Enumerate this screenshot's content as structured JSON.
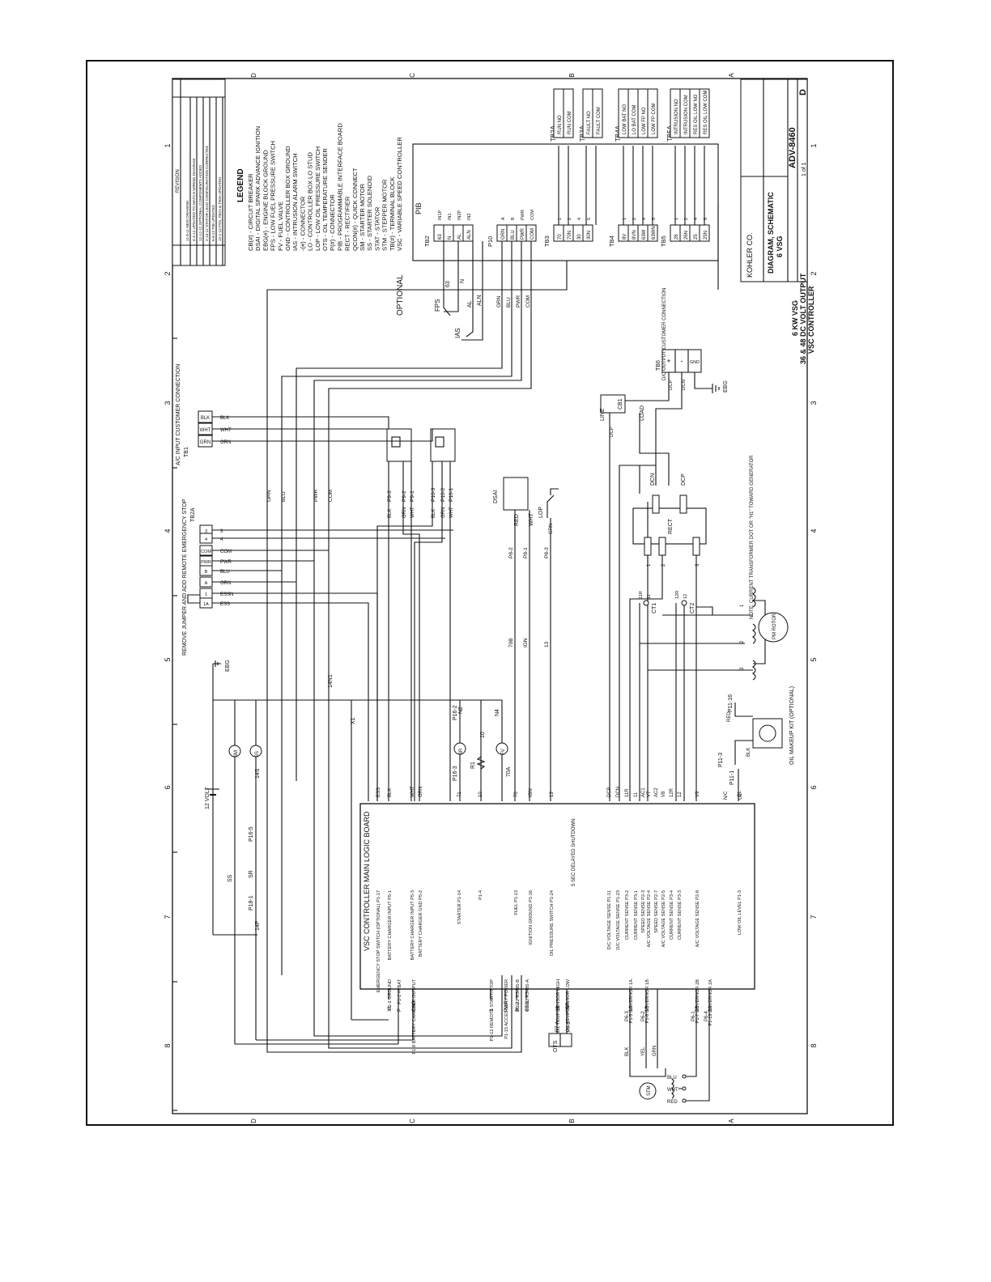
{
  "title_block": {
    "company": "KOHLER CO.",
    "title_line1": "DIAGRAM, SCHEMATIC",
    "title_line2": "6 VSG",
    "description_line1": "6 KW VSG",
    "description_line2": "36 & 48 DC VOLT OUTPUT",
    "description_line3": "VSC CONTROLLER",
    "drawing_number": "ADV-8460",
    "revision": "D",
    "sheet": "1 of 1"
  },
  "zones": {
    "rows": [
      "D",
      "C",
      "B",
      "A"
    ],
    "cols": [
      "1",
      "2",
      "3",
      "4",
      "5",
      "6",
      "7",
      "8"
    ]
  },
  "revisions": {
    "header": "REVISION",
    "entries": [
      "11-8-11 NEW DRAWING",
      "4-4-12 UPDATED TO MATCH WIRING DIAGRAM",
      "12-12-12 OPTIONAL COMPONENTS ADDED",
      "2-13-12 STATOR LEAD CONFIGURATION CORRECTED",
      "5-6-12 PIB UPDATED",
      "12-1-12 FSS, TB2A & TB3A UPDATED"
    ]
  },
  "legend": {
    "heading": "LEGEND",
    "items": [
      "CB(#) - CIRCUIT BREAKER",
      "DSAI - DIGITAL SPARK ADVANCE IGNITION",
      "EBG(#) - ENGINE BLOCK GROUND",
      "FPS - LOW FUEL PRESSURE SWITCH",
      "FV - FUEL VALVE",
      "GND - CONTROLLER BOX GROUND",
      "IAS - INTRUSION ALARM SWITCH",
      "-(#) - CONNECTOR",
      "LO - CONTROLLER BOX LO STUD",
      "LOP - LOW OIL PRESSURE SWITCH",
      "OTS - OIL TEMPERATURE SENDER",
      "P(#) - CONNECTOR",
      "PIB - PROGRAMMABLE INTERFACE BOARD",
      "RECT - RECTIFIER",
      "QCON(#) - QUICK CONNECT",
      "SM - STARTER MOTOR",
      "SS - STARTER SOLENOID",
      "STAT - STATOR",
      "STM - STEPPER MOTOR",
      "TB(#) - TERMINAL BLOCK",
      "VSC - VARIABLE SPEED CONTROLLER"
    ]
  },
  "optional_label": "OPTIONAL",
  "pib": {
    "label": "PIB",
    "tb2": {
      "label": "TB2",
      "terminals": [
        "63",
        "N",
        "AL",
        "ALN"
      ],
      "pins": [
        "IN1P",
        "IN1",
        "IN2P",
        "IN2"
      ]
    },
    "p10": {
      "label": "P10",
      "terminals": [
        "GRN",
        "BLU",
        "PWR",
        "COM"
      ],
      "pins": [
        "A",
        "B",
        "PWR",
        "COM"
      ]
    },
    "tb3": {
      "label": "TB3",
      "terminals": [
        "70",
        "70N",
        "30",
        "30N"
      ],
      "pins": [
        "1",
        "2",
        "4",
        "5"
      ]
    },
    "tb4": {
      "label": "TB4",
      "terminals": [
        "8V",
        "8VN",
        "63W",
        "63WN"
      ],
      "pins": [
        "1",
        "2",
        "4",
        "5"
      ]
    },
    "tb5": {
      "label": "TB5",
      "terminals": [
        "26",
        "26N",
        "25",
        "25N"
      ],
      "pins": [
        "1",
        "2",
        "4",
        "5"
      ]
    }
  },
  "customer_blocks": [
    {
      "label": "TB2A",
      "items": [
        "RUN NO",
        "RUN COM"
      ]
    },
    {
      "label": "TB3A",
      "items": [
        "FAULT NO",
        "FAULT COM"
      ]
    },
    {
      "label": "TB4A",
      "items": [
        "LOW BAT NO",
        "LO BAT COM",
        "LOW FP NO",
        "LOW FP COM"
      ]
    },
    {
      "label": "TB5A",
      "items": [
        "INTRUSION NO",
        "INTRUSION COM",
        "RES OIL LOW NO",
        "RES OIL LOW COM"
      ]
    }
  ],
  "fps": {
    "label": "FPS",
    "wires": [
      "63",
      "N"
    ]
  },
  "ias": {
    "label": "IAS",
    "wires": [
      "AL",
      "ALN"
    ]
  },
  "tb1": {
    "label": "TB1",
    "caption": "A/C INPUT CUSTOMER CONNECTION",
    "terminals": [
      "BLK",
      "WHT",
      "GRN"
    ],
    "wires": [
      "BLK",
      "WHT",
      "GRN"
    ]
  },
  "tb2a": {
    "label": "TB2A",
    "terminals": [
      "3",
      "4",
      "COM",
      "PWR",
      "B",
      "A",
      "1",
      "1A"
    ],
    "wires": [
      "3",
      "4",
      "COM",
      "PWR",
      "BLU",
      "GRN",
      "ESSN",
      "ESS"
    ],
    "note": "REMOVE JUMPER AND ADD REMOTE EMERGENCY STOP"
  },
  "dc_output": {
    "label": "TB6",
    "caption": "D/C OUTPUT CUSTOMER CONNECTION",
    "terminals": [
      "+",
      "-",
      "GND"
    ],
    "wires": [
      "DCP",
      "DCN"
    ],
    "ground": "EBG"
  },
  "cb1": {
    "label": "CB1",
    "line": "LINE",
    "load": "LOAD",
    "wire": "DCP"
  },
  "rect": {
    "label": "RECT",
    "wires": [
      "DCN",
      "DCP"
    ],
    "pins": [
      "1",
      "2",
      "3"
    ]
  },
  "stator": {
    "label": "PM ROTOR",
    "windings": [
      "1",
      "2",
      "3"
    ]
  },
  "ct": {
    "ct1": "CT1",
    "ct2": "CT2",
    "leads": [
      "11R",
      "11",
      "12R",
      "12"
    ]
  },
  "ct_note": "NOTE: CURRENT TRANSFORMER DOT OR \"H1\" TOWARD GENERATOR",
  "mid_connectors": {
    "p9": [
      "P9-3",
      "P9-2",
      "P9-1"
    ],
    "p10": [
      "P10-3",
      "P10-2",
      "P10-1"
    ],
    "wire_labels": [
      "BLK",
      "GRN",
      "WHT"
    ]
  },
  "dsai": {
    "label": "DSAI",
    "wires": [
      "RED",
      "WHT"
    ]
  },
  "lop": {
    "label": "LOP",
    "wire": "GRN"
  },
  "p8": {
    "pins": [
      "P8-2",
      "P8-1",
      "P8-3"
    ],
    "wires": [
      "70B",
      "IGN",
      "13"
    ]
  },
  "trunk_labels": [
    "GRN",
    "BLU",
    "PWR",
    "COM",
    "14N1",
    "X1"
  ],
  "power": {
    "battery": "12 VOLT",
    "sm": "SM",
    "ss": "SS",
    "sr": "SR",
    "fv": "FV",
    "r1": "R1",
    "p16_2": "P16-2",
    "p16_3": "P16-3",
    "p16_5": "P16-5",
    "p18_1": "P18-1",
    "w14s": "14S",
    "w14p": "14P",
    "w71": "71",
    "w10": "10",
    "w70a": "70A",
    "ign": "IGN",
    "n2": "N2",
    "n4": "N4",
    "ebg": "EBG"
  },
  "vsc": {
    "title": "VSC CONTROLLER MAIN LOGIC BOARD",
    "top_signals": [
      {
        "wire": "ESS",
        "label": "EMERGENCY STOP SWITCH (OPTIONAL) P1-17"
      },
      {
        "wire": "BLK",
        "label": "BATTERY CHARGER INPUT P5-1"
      },
      {
        "wire": "WHT",
        "label": "BATTERY CHARGER INPUT P5-3"
      },
      {
        "wire": "GRN",
        "label": "BATTERY CHARGER GND P5-2"
      },
      {
        "wire": "71",
        "label": "STARTER P1-14"
      },
      {
        "wire": "10",
        "label": "P1-4"
      },
      {
        "wire": "70",
        "label": "FUEL P1-13"
      },
      {
        "wire": "IGN",
        "label": "IGNITION GROUND P1-16"
      },
      {
        "wire": "13",
        "label": "OIL PRESSURE SWITCH P1-24"
      },
      {
        "wire": "DCP",
        "label": "D/C VOLTAGE SENSE P1-11"
      },
      {
        "wire": "DCN",
        "label": "D/C VOLTAGE SENSE P1-23"
      },
      {
        "wire": "11R",
        "label": "CURRENT SENSE P3-2"
      },
      {
        "wire": "11",
        "label": "CURRENT SENSE P3-1"
      },
      {
        "wire": "AC1",
        "label": "SPEED SENSE P2-3"
      },
      {
        "wire": "V7",
        "label": "A/C VOLTAGE SENSE P2-4"
      },
      {
        "wire": "AC2",
        "label": "SPEED SENSE P2-7"
      },
      {
        "wire": "V8",
        "label": "A/C VOLTAGE SENSE P2-5"
      },
      {
        "wire": "12R",
        "label": "CURRENT SENSE P3-4"
      },
      {
        "wire": "12",
        "label": "CURRENT SENSE P3-3"
      },
      {
        "wire": "V9",
        "label": "A/C VOLTAGE SENSE P2-8"
      },
      {
        "wire": "OL",
        "label": "LOW OIL LEVEL P1-3"
      }
    ],
    "bottom_signals": [
      {
        "wire": "X1",
        "label": "P1-2 GROUND"
      },
      {
        "wire": "P",
        "label": "P1-1 +VBAT"
      },
      {
        "wire": "CHG",
        "label": "P1-8 BATTERY CHARGER OUTPUT"
      },
      {
        "wire": "3",
        "label": "P1-12 REMOTE START/STOP"
      },
      {
        "wire": "PWR",
        "label": "P1-15 ACCESSORY POWER"
      },
      {
        "wire": "BLU",
        "label": "P1-22 RS485-B"
      },
      {
        "wire": "GRN",
        "label": "P1-21 RS485-A"
      },
      {
        "wire": "6B",
        "label": "P1-10 OIL TEMP SENSOR HIGH"
      },
      {
        "wire": "6BR",
        "label": "P1-9 OIL TEMP SENSOR LOW"
      },
      {
        "wire": "1A",
        "label": "P1-5 GOVERNOR 1A"
      },
      {
        "wire": "1B",
        "label": "P1-6 GOVERNOR 1B"
      },
      {
        "wire": "2B",
        "label": "P1-7 GOVERNOR 2B"
      },
      {
        "wire": "2A",
        "label": "P1-19 GOVERNOR 2A"
      }
    ],
    "oil_note": "5 SEC DELAYED SHUTDOWN"
  },
  "ots": {
    "label": "OTS",
    "pins": [
      "P7-A",
      "P7-B"
    ]
  },
  "stm": {
    "label": "STM",
    "wires": [
      "BLK",
      "YEL",
      "GRN",
      "BLU",
      "WHT",
      "RED"
    ],
    "connectors": [
      "P6-3",
      "P6-2",
      "P6-1",
      "P6-4"
    ]
  },
  "oil_makeup": {
    "label": "OIL MAKEUP KIT (OPTIONAL)",
    "connectors": [
      "P11-16",
      "P11-3",
      "P11-1"
    ],
    "wires": [
      "RED",
      "BLK",
      "N/C",
      "OL"
    ]
  }
}
